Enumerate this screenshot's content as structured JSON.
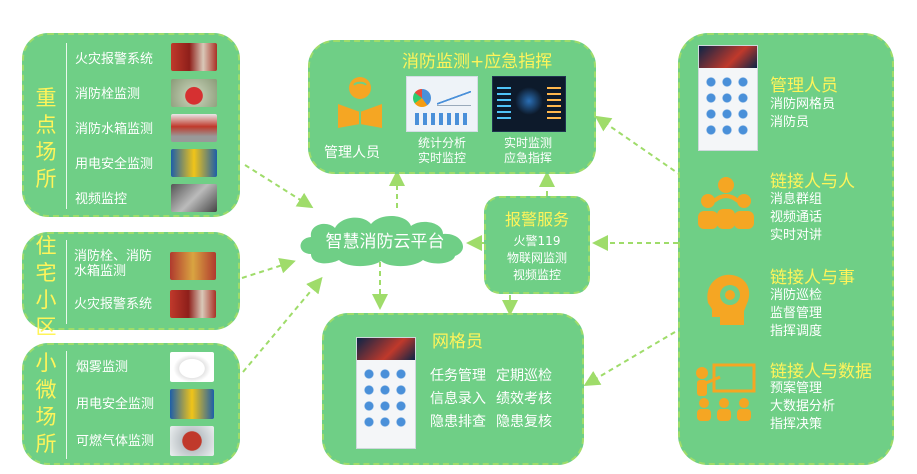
{
  "key_sites": {
    "title": "重点场所",
    "items": [
      "火灾报警系统",
      "消防栓监测",
      "消防水箱监测",
      "用电安全监测",
      "视频监控"
    ]
  },
  "residential": {
    "title": "住宅小区",
    "items": [
      "消防栓、消防\n水箱监测",
      "火灾报警系统"
    ]
  },
  "small_sites": {
    "title": "小微场所",
    "items": [
      "烟雾监测",
      "用电安全监测",
      "可燃气体监测"
    ]
  },
  "cloud": {
    "label": "智慧消防云平台"
  },
  "monitor": {
    "title": "消防监测+应急指挥",
    "manager_label": "管理人员",
    "left_screen_caption": "统计分析\n实时监控",
    "right_screen_caption": "实时监测\n应急指挥"
  },
  "alarm": {
    "title": "报警服务",
    "items": [
      "火警119",
      "物联网监测",
      "视频监控"
    ]
  },
  "grid": {
    "title": "网格员",
    "items": [
      "任务管理",
      "定期巡检",
      "信息录入",
      "绩效考核",
      "隐患排查",
      "隐患复核"
    ]
  },
  "right_panel": {
    "managers": {
      "title": "管理人员",
      "items": [
        "消防网格员",
        "消防员"
      ]
    },
    "people": {
      "title": "链接人与人",
      "items": [
        "消息群组",
        "视频通话",
        "实时对讲"
      ]
    },
    "things": {
      "title": "链接人与事",
      "items": [
        "消防巡检",
        "监督管理",
        "指挥调度"
      ]
    },
    "data": {
      "title": "链接人与数据",
      "items": [
        "预案管理",
        "大数据分析",
        "指挥决策"
      ]
    }
  },
  "colors": {
    "panel": "#6fcf86",
    "border": "#9fdc6a",
    "title_yellow": "#fff45a",
    "icon_orange": "#f5a623",
    "arrow": "#9fdc6a"
  }
}
